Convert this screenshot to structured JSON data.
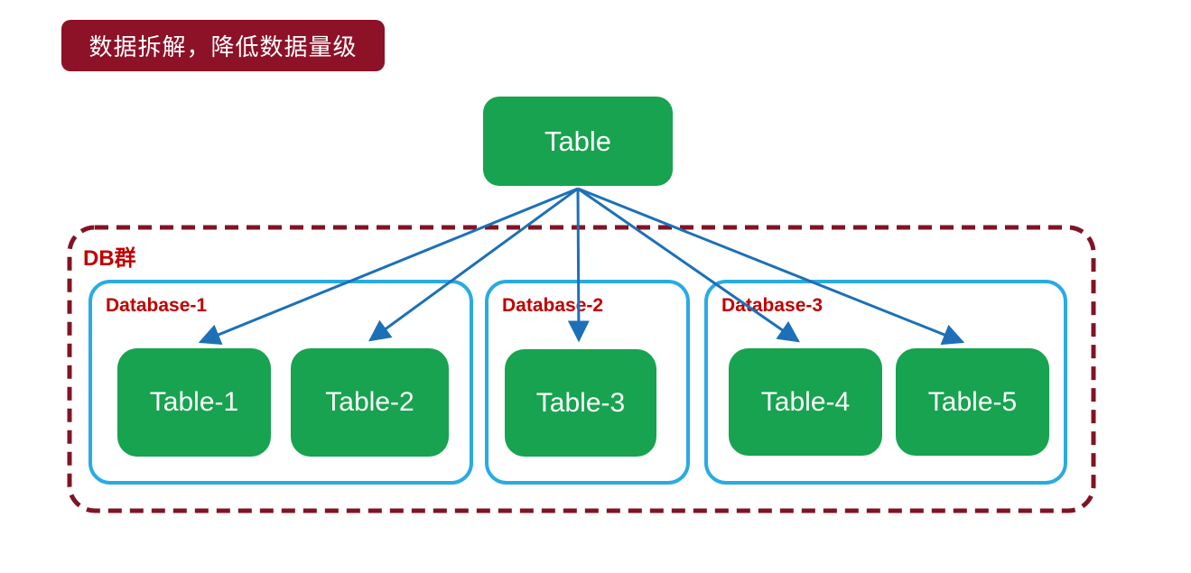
{
  "banner": {
    "text": "数据拆解，降低数据量级"
  },
  "root_table": {
    "label": "Table"
  },
  "db_group": {
    "label": "DB群",
    "databases": [
      {
        "name": "Database-1",
        "tables": [
          "Table-1",
          "Table-2"
        ]
      },
      {
        "name": "Database-2",
        "tables": [
          "Table-3"
        ]
      },
      {
        "name": "Database-3",
        "tables": [
          "Table-4",
          "Table-5"
        ]
      }
    ]
  },
  "connections": [
    {
      "from": "Table",
      "to": "Table-1"
    },
    {
      "from": "Table",
      "to": "Table-2"
    },
    {
      "from": "Table",
      "to": "Table-3"
    },
    {
      "from": "Table",
      "to": "Table-4"
    },
    {
      "from": "Table",
      "to": "Table-5"
    }
  ],
  "colors": {
    "banner_bg": "#8d1127",
    "dashed_border": "#801425",
    "green": "#17a34f",
    "db_border": "#29abe2",
    "arrow": "#1d70b7",
    "label_red": "#c00000",
    "white_text": "#ffffff"
  }
}
